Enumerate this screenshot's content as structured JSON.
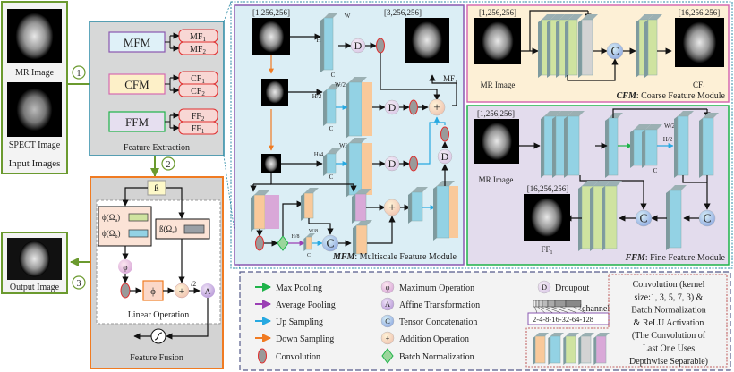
{
  "input_panel": {
    "mr_label": "MR Image",
    "spect_label": "SPECT Image",
    "title": "Input Images"
  },
  "steps": [
    "1",
    "2",
    "3"
  ],
  "feature_extraction": {
    "title": "Feature Extraction",
    "modules": [
      {
        "name": "MFM",
        "outputs": [
          "MF",
          "MF"
        ],
        "subs": [
          "1",
          "2"
        ]
      },
      {
        "name": "CFM",
        "outputs": [
          "CF",
          "CF"
        ],
        "subs": [
          "1",
          "2"
        ]
      },
      {
        "name": "FFM",
        "outputs": [
          "FF",
          "FF"
        ],
        "subs": [
          "2",
          "1"
        ]
      }
    ]
  },
  "feature_fusion": {
    "title": "Feature Fusion",
    "beta": "ß",
    "phi_a": "ϕ(Ω",
    "phi_a_sub": "a",
    "phi_b": "ϕ(Ω",
    "phi_b_sub": "b",
    "beta_c": "ß(Ω",
    "beta_c_sub": "c",
    "close_paren": ")",
    "max_op": "φ",
    "phi_op": "ϕ",
    "half": "/2",
    "affine": "A",
    "linear_title": "Linear Operation"
  },
  "output_panel": {
    "label": "Output Image"
  },
  "mfm": {
    "input_dim": "[1,256,256]",
    "output_dim": "[3,256,256]",
    "output_label": "MF",
    "output_sub": "1",
    "dims": {
      "h": "H",
      "w": "W",
      "c": "C",
      "h2": "H/2",
      "w2": "W/2",
      "h4": "H/4",
      "w4": "W/4",
      "h8": "H/8",
      "w8": "W/8"
    },
    "dropout": "D",
    "concat": "C",
    "caption_bold": "MFM",
    "caption_rest": ": Multiscale Feature Module"
  },
  "cfm": {
    "input_dim": "[1,256,256]",
    "output_dim": "[16,256,256]",
    "input_label": "MR Image",
    "output_label": "CF",
    "output_sub": "1",
    "concat": "C",
    "caption_bold": "CFM",
    "caption_rest": ": Coarse Feature Module"
  },
  "ffm": {
    "input_dim": "[1,256,256]",
    "output_dim": "[16,256,256]",
    "input_label": "MR Image",
    "output_label": "FF",
    "output_sub": "1",
    "w2": "W/2",
    "h2": "H/2",
    "c": "C",
    "concat": "C",
    "caption_bold": "FFM",
    "caption_rest": ": Fine Feature Module"
  },
  "legend": {
    "arrows": [
      {
        "label": "Max Pooling",
        "color": "#1fb34a"
      },
      {
        "label": "Average Pooling",
        "color": "#9b3fb5"
      },
      {
        "label": "Up Sampling",
        "color": "#27a9e1"
      },
      {
        "label": "Down Sampling",
        "color": "#f07b22"
      }
    ],
    "convolution": "Convolution",
    "ops": [
      {
        "symbol": "φ",
        "label": "Maximum Operation"
      },
      {
        "symbol": "A",
        "label": "Affine Transformation"
      },
      {
        "symbol": "C",
        "label": "Tensor Concatenation"
      },
      {
        "symbol": "+",
        "label": "Addition Operation"
      }
    ],
    "batch_norm": "Batch Normalization",
    "dropout_symbol": "D",
    "dropout": "Droupout",
    "channel": "channel",
    "channel_seq": "2-4-8-16-32-64-128",
    "conv_desc": [
      "Convolution (kernel",
      "size:1, 3, 5, 7, 3) &",
      "Batch Normalization",
      "& ReLU Activation",
      "(The Convolution of",
      "Last One Uses",
      "Depthwise Separable)"
    ],
    "block_colors": [
      "#f9c99a",
      "#93d2e4",
      "#cfe3a0",
      "#d3d3d3",
      "#d9a8d8"
    ]
  }
}
